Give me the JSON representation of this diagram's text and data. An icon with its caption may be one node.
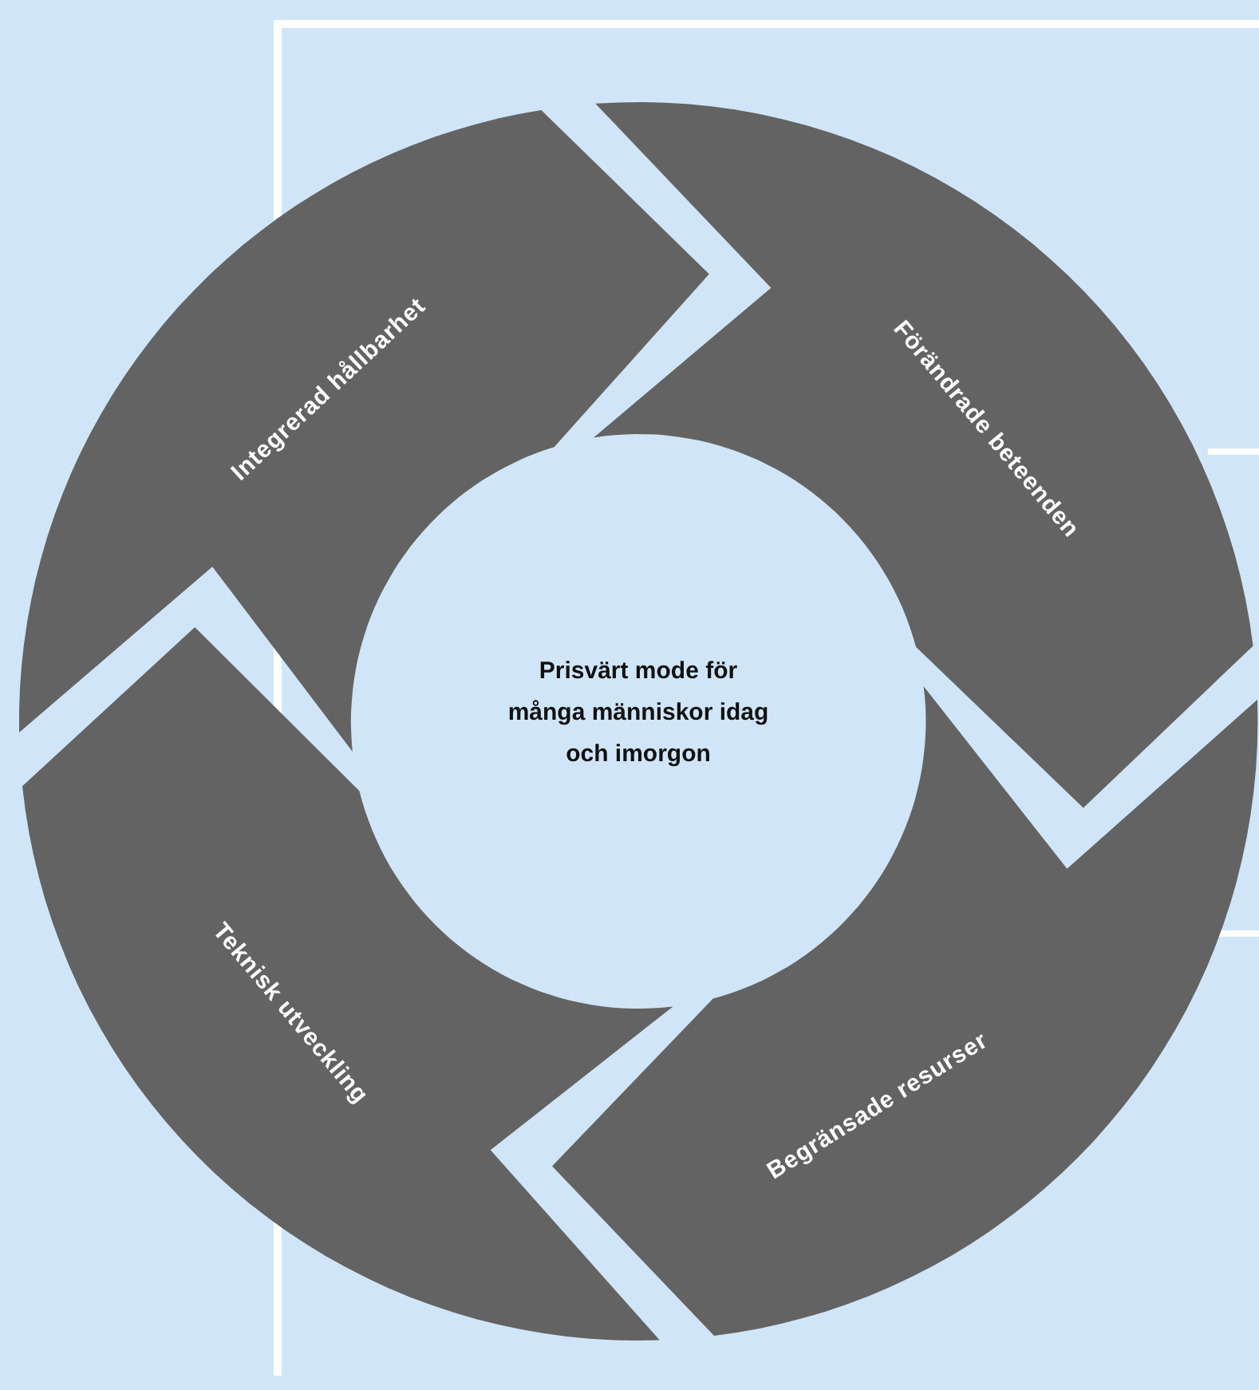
{
  "diagram": {
    "nodes": [
      {
        "text": [
          "Integrerad hållbarhet"
        ]
      },
      {
        "text": [
          "Förändrade beteenden"
        ]
      },
      {
        "text": [
          "Prisvärt mode för många människor idag och imorgon"
        ]
      },
      {
        "text": [
          "Teknisk utveckling"
        ]
      },
      {
        "text": [
          "Begränsade resurser"
        ]
      }
    ]
  }
}
